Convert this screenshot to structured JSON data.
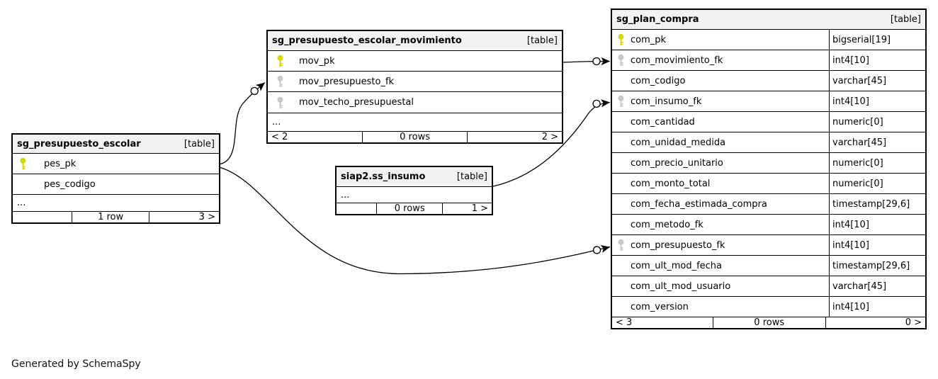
{
  "generator": "Generated by SchemaSpy",
  "colors": {
    "pk_key": "#d6d600",
    "fk_key": "#c8c8c8",
    "header_bg": "#f2f2f2",
    "border": "#000000"
  },
  "tables": [
    {
      "name": "sg_presupuesto_escolar",
      "badge": "[table]",
      "columns": [
        {
          "name": "pes_pk",
          "key": "pk"
        },
        {
          "name": "pes_codigo",
          "key": ""
        }
      ],
      "ellipsis": "...",
      "footer": {
        "left": "",
        "center": "1 row",
        "right": "3 >"
      }
    },
    {
      "name": "sg_presupuesto_escolar_movimiento",
      "badge": "[table]",
      "columns": [
        {
          "name": "mov_pk",
          "key": "pk"
        },
        {
          "name": "mov_presupuesto_fk",
          "key": "fk"
        },
        {
          "name": "mov_techo_presupuestal",
          "key": "fk"
        }
      ],
      "ellipsis": "...",
      "footer": {
        "left": "< 2",
        "center": "0 rows",
        "right": "2 >"
      }
    },
    {
      "name": "siap2.ss_insumo",
      "badge": "[table]",
      "columns": [],
      "ellipsis": "...",
      "footer": {
        "left": "",
        "center": "0 rows",
        "right": "1 >"
      }
    },
    {
      "name": "sg_plan_compra",
      "badge": "[table]",
      "columns": [
        {
          "name": "com_pk",
          "type": "bigserial[19]",
          "key": "pk"
        },
        {
          "name": "com_movimiento_fk",
          "type": "int4[10]",
          "key": "fk"
        },
        {
          "name": "com_codigo",
          "type": "varchar[45]",
          "key": ""
        },
        {
          "name": "com_insumo_fk",
          "type": "int4[10]",
          "key": "fk"
        },
        {
          "name": "com_cantidad",
          "type": "numeric[0]",
          "key": ""
        },
        {
          "name": "com_unidad_medida",
          "type": "varchar[45]",
          "key": ""
        },
        {
          "name": "com_precio_unitario",
          "type": "numeric[0]",
          "key": ""
        },
        {
          "name": "com_monto_total",
          "type": "numeric[0]",
          "key": ""
        },
        {
          "name": "com_fecha_estimada_compra",
          "type": "timestamp[29,6]",
          "key": ""
        },
        {
          "name": "com_metodo_fk",
          "type": "int4[10]",
          "key": ""
        },
        {
          "name": "com_presupuesto_fk",
          "type": "int4[10]",
          "key": "fk"
        },
        {
          "name": "com_ult_mod_fecha",
          "type": "timestamp[29,6]",
          "key": ""
        },
        {
          "name": "com_ult_mod_usuario",
          "type": "varchar[45]",
          "key": ""
        },
        {
          "name": "com_version",
          "type": "int4[10]",
          "key": ""
        }
      ],
      "footer": {
        "left": "< 3",
        "center": "0 rows",
        "right": "0 >"
      }
    }
  ],
  "relationships": [
    {
      "from": "sg_presupuesto_escolar_movimiento.mov_pk",
      "to": "sg_plan_compra.com_movimiento_fk"
    },
    {
      "from": "sg_presupuesto_escolar.pes_pk",
      "to": "sg_presupuesto_escolar_movimiento.mov_presupuesto_fk"
    },
    {
      "from": "siap2.ss_insumo",
      "to": "sg_plan_compra.com_insumo_fk"
    },
    {
      "from": "sg_presupuesto_escolar.pes_pk",
      "to": "sg_plan_compra.com_presupuesto_fk"
    }
  ]
}
